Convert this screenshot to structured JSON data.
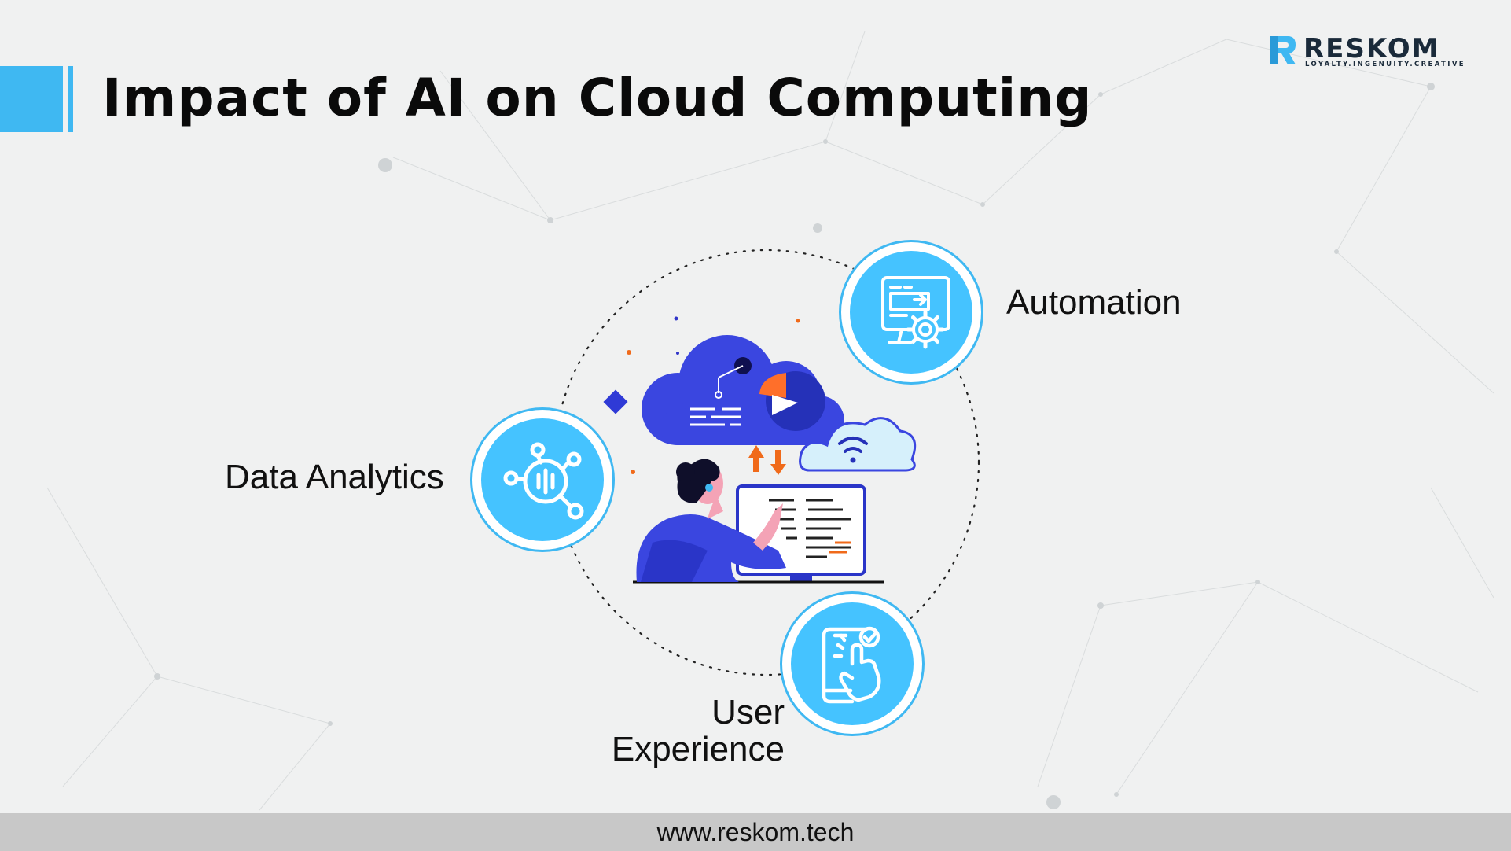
{
  "slide": {
    "title": "Impact of AI on Cloud Computing",
    "accent_color": "#3fb8f2",
    "background_color": "#f0f1f1"
  },
  "logo": {
    "name": "RESKOM",
    "tagline": "LOYALTY.INGENUITY.CREATIVE",
    "icon": "reskom-r-logo-icon"
  },
  "illustration": {
    "icon": "person-working-with-cloud-computer-illustration"
  },
  "features": [
    {
      "label": "Automation",
      "icon": "monitor-gear-icon",
      "color": "#45c3ff"
    },
    {
      "label": "Data Analytics",
      "icon": "analytics-magnifier-icon",
      "color": "#45c3ff"
    },
    {
      "label": "User",
      "label_line2": "Experience",
      "icon": "phone-touch-check-icon",
      "color": "#45c3ff"
    }
  ],
  "footer": {
    "url": "www.reskom.tech"
  }
}
